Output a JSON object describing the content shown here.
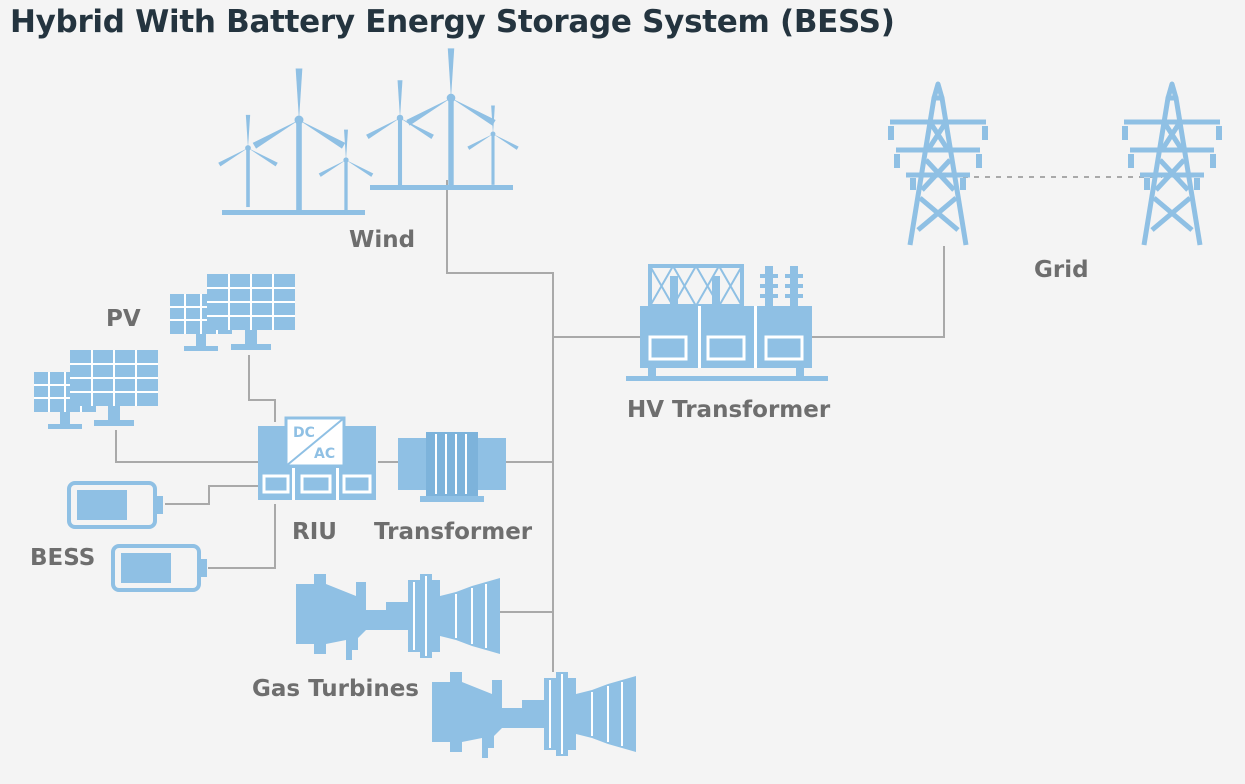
{
  "title": "Hybrid With Battery Energy Storage System (BESS)",
  "labels": {
    "wind": "Wind",
    "pv": "PV",
    "grid": "Grid",
    "hv_transformer": "HV Transformer",
    "riu": "RIU",
    "transformer": "Transformer",
    "bess": "BESS",
    "gas_turbines": "Gas Turbines"
  },
  "inverter": {
    "dc": "DC",
    "ac": "AC"
  },
  "colors": {
    "equipment": "#8fc0e4",
    "connector": "#a9a9a9",
    "title": "#24343f",
    "label": "#6e6e6e",
    "background": "#f4f4f4"
  }
}
